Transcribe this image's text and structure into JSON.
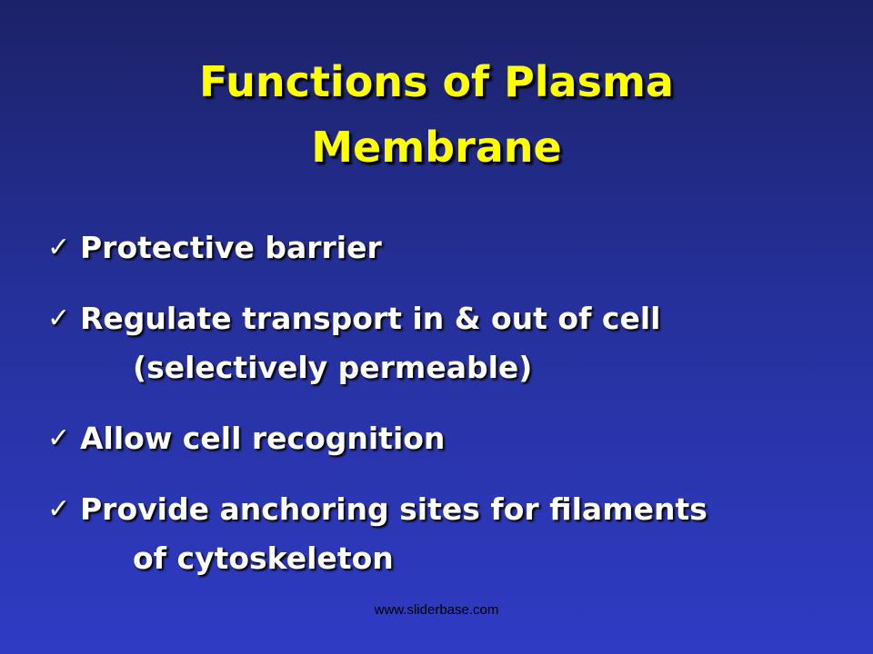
{
  "slide": {
    "title_line1": "Functions of Plasma",
    "title_line2": "Membrane",
    "check_glyph": "✓",
    "bullets": [
      {
        "line1": "Protective barrier",
        "line2": ""
      },
      {
        "line1": "Regulate transport in & out of cell",
        "line2": "(selectively permeable)"
      },
      {
        "line1": "Allow cell recognition",
        "line2": ""
      },
      {
        "line1": "Provide anchoring sites for filaments",
        "line2": "of cytoskeleton"
      }
    ],
    "footer": "www.sliderbase.com"
  },
  "colors": {
    "background_top": "#1c2268",
    "background_bottom": "#2f3bc4",
    "title": "#ffff00",
    "body_text": "#ffffff",
    "footer_text": "#000000"
  }
}
